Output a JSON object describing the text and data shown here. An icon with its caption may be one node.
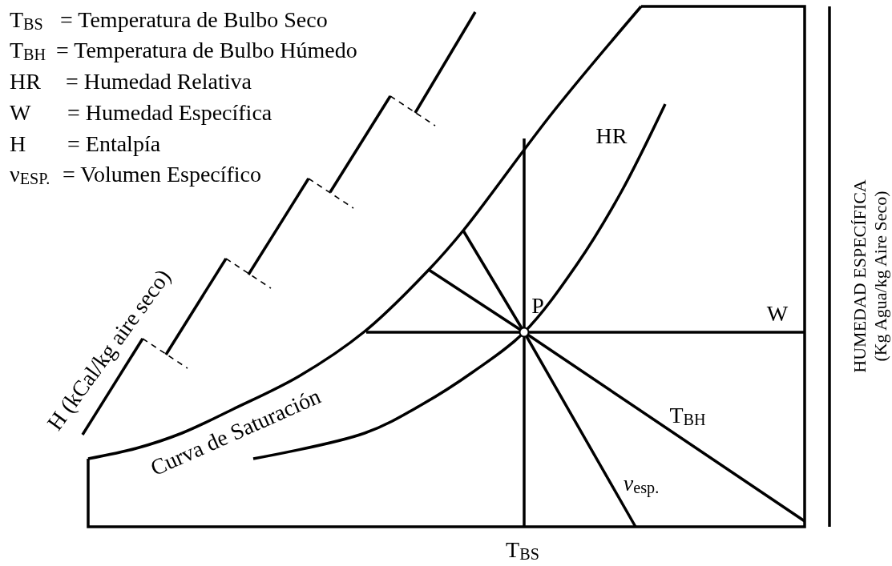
{
  "diagram": {
    "labels": [
      "T$_{BS}$",
      "= Temperatura de Bulbo Seco",
      "T$_{BH}$",
      "= Temperatura de Bulbo Húmedo",
      "HR",
      "= Humedad Relativa",
      "W",
      "= Humedad Específica",
      "H",
      "= Entalpía",
      "ν$_{ESP.}$",
      "= Volumen Específico",
      "HR",
      "P",
      "W",
      "H (kCal/kg aire seco)",
      "Curva de Saturación",
      "T$_{BH}$",
      "*ν*$_{esp.}$",
      "T$_{BS}$",
      "HUMEDAD ESPECÍFICA",
      "(Kg Agua/kg Aire Seco)"
    ]
  }
}
